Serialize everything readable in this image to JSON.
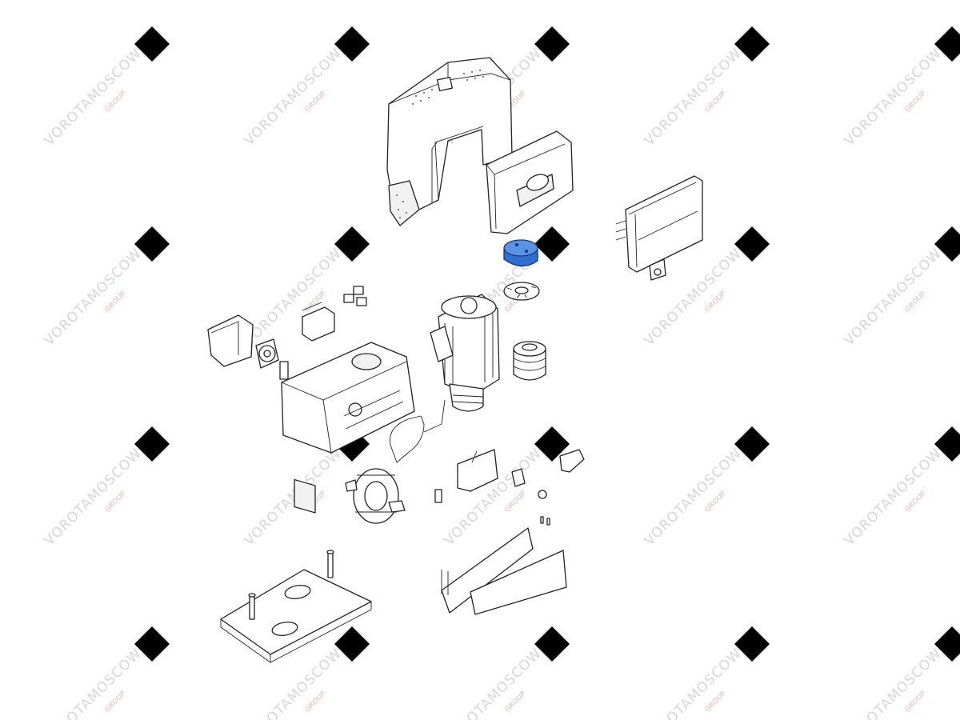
{
  "watermark": {
    "text": "VOROTAMOSCOW",
    "subtext": "GROUP"
  },
  "colors": {
    "highlight": "#2f6fd0",
    "watermark_logo": "#efc9c9",
    "watermark_text": "#d7d7d7",
    "line": "#222222"
  },
  "highlighted_part": "motor-cap"
}
